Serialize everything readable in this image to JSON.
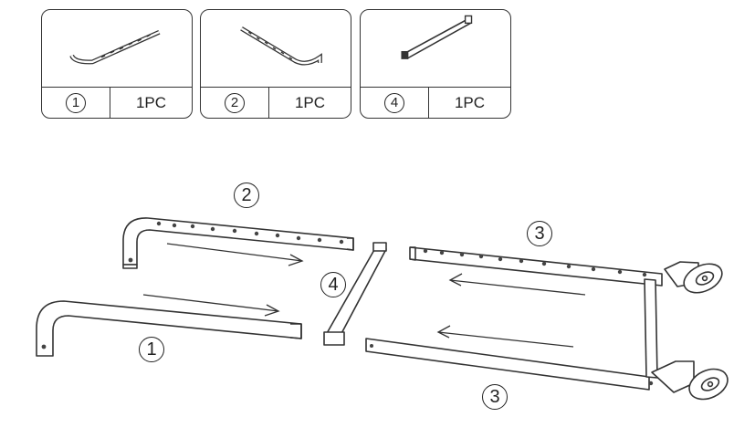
{
  "parts": [
    {
      "id": "part-1",
      "number": "1",
      "qty": "1PC"
    },
    {
      "id": "part-2",
      "number": "2",
      "qty": "1PC"
    },
    {
      "id": "part-4",
      "number": "4",
      "qty": "1PC"
    }
  ],
  "callouts": {
    "c2": "2",
    "c3a": "3",
    "c4": "4",
    "c1": "1",
    "c3b": "3"
  },
  "colors": {
    "line": "#333333",
    "fill": "#ffffff"
  }
}
